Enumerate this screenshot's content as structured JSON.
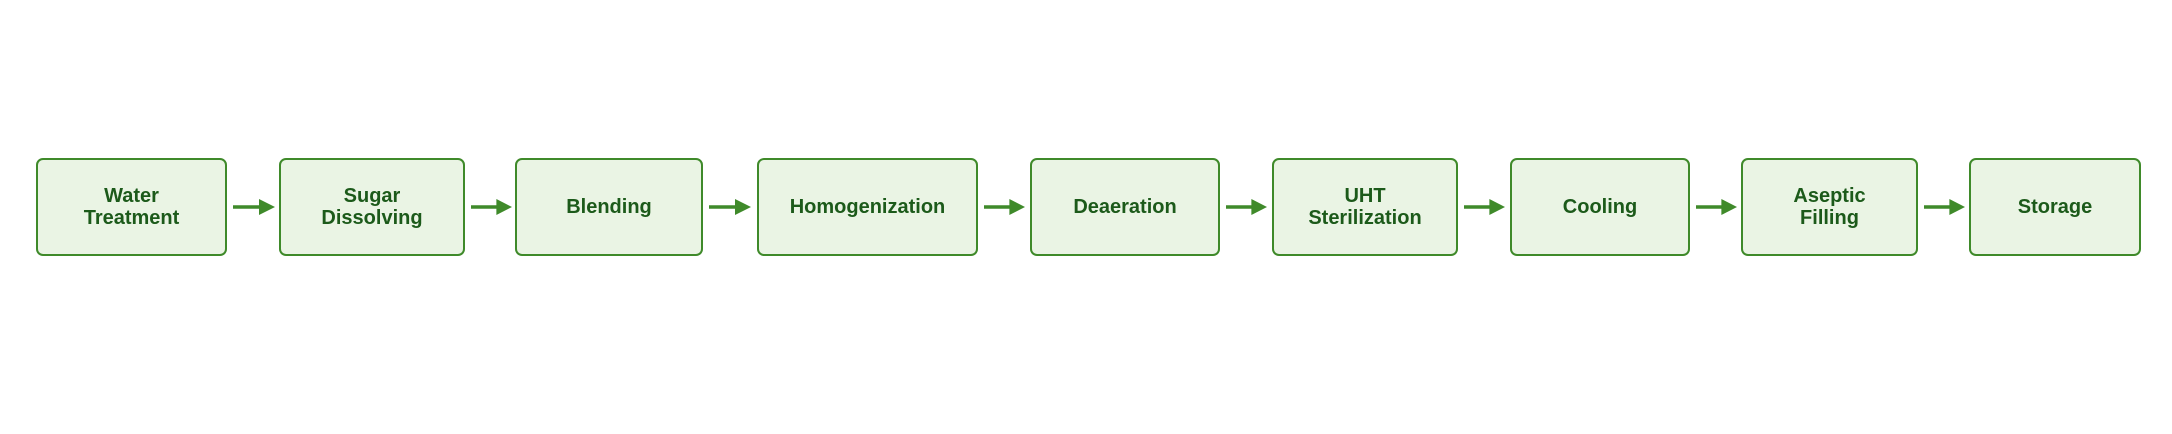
{
  "diagram": {
    "steps": [
      {
        "label": "Water\nTreatment"
      },
      {
        "label": "Sugar\nDissolving"
      },
      {
        "label": "Blending"
      },
      {
        "label": "Homogenization"
      },
      {
        "label": "Deaeration"
      },
      {
        "label": "UHT\nSterilization"
      },
      {
        "label": "Cooling"
      },
      {
        "label": "Aseptic\nFilling"
      },
      {
        "label": "Storage"
      }
    ],
    "colors": {
      "border": "#3f8a2a",
      "fill": "#eaf4e4",
      "text": "#1c5a1a",
      "arrow": "#3f8a2a"
    }
  }
}
